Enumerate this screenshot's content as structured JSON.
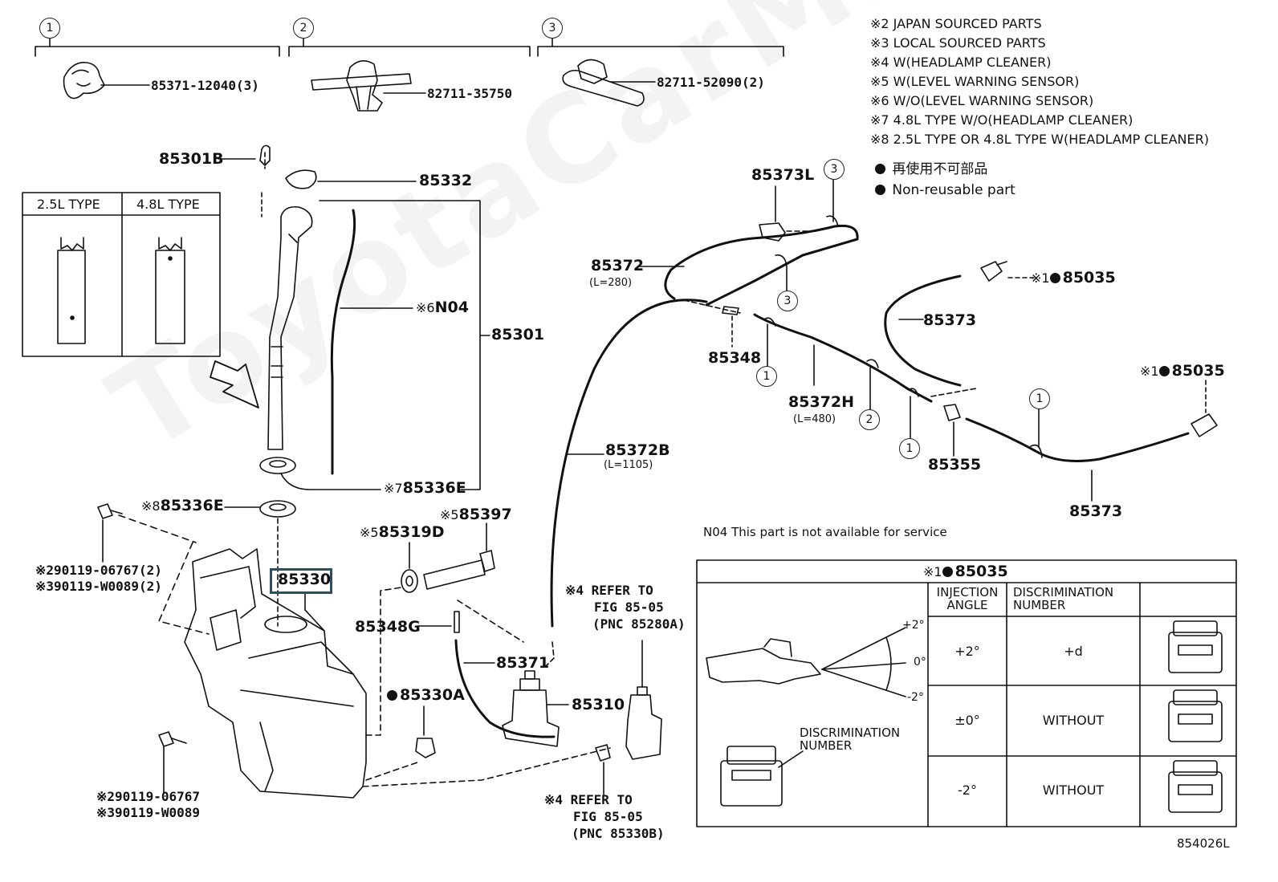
{
  "watermark": "ToyotaCarMine.ru",
  "groups": [
    {
      "num": "1",
      "part": "85371-12040(3)"
    },
    {
      "num": "2",
      "part": "82711-35750"
    },
    {
      "num": "3",
      "part": "82711-52090(2)"
    }
  ],
  "legend": {
    "lines": [
      "※2 JAPAN SOURCED PARTS",
      "※3 LOCAL SOURCED PARTS",
      "※4 W(HEADLAMP CLEANER)",
      "※5 W(LEVEL WARNING SENSOR)",
      "※6 W/O(LEVEL WARNING SENSOR)",
      "※7 4.8L TYPE W/O(HEADLAMP CLEANER)",
      "※8 2.5L TYPE OR 4.8L TYPE W(HEADLAMP CLEANER)"
    ],
    "nonreusable_jp": "再使用不可部品",
    "nonreusable_en": "Non-reusable part"
  },
  "type_box": {
    "left": "2.5L TYPE",
    "right": "4.8L TYPE"
  },
  "parts": {
    "p85301B": "85301B",
    "p85332": "85332",
    "pN04_mark": "※6",
    "pN04": "N04",
    "p85301": "85301",
    "p85336E_top_mark": "※7",
    "p85336E_top": "85336E",
    "p85336E_bot_mark": "※8",
    "p85336E_bot": "85336E",
    "p90119_a1": "※290119-06767(2)",
    "p90119_a2": "※390119-W0089(2)",
    "p85330": "85330",
    "p85319D_mark": "※5",
    "p85319D": "85319D",
    "p85397_mark": "※5",
    "p85397": "85397",
    "p85348G": "85348G",
    "p85371": "85371",
    "p85330A": "85330A",
    "p85310": "85310",
    "p90119_b1": "※290119-06767",
    "p90119_b2": "※390119-W0089",
    "ref_top_1": "※4 REFER TO",
    "ref_top_2": "FIG 85-05",
    "ref_top_3": "(PNC 85280A)",
    "ref_bot_1": "※4 REFER TO",
    "ref_bot_2": "FIG 85-05",
    "ref_bot_3": "(PNC 85330B)",
    "p85373L": "85373L",
    "p85372": "85372",
    "p85372_len": "(L=280)",
    "p85348": "85348",
    "p85372H": "85372H",
    "p85372H_len": "(L=480)",
    "p85372B": "85372B",
    "p85372B_len": "(L=1105)",
    "p85373_top": "85373",
    "p85373_bot": "85373",
    "p85355": "85355",
    "p85035_a_mark": "※1",
    "p85035_a": "85035",
    "p85035_b_mark": "※1",
    "p85035_b": "85035"
  },
  "n04_note": "N04  This part is not available for service",
  "nozzle_table": {
    "title_mark": "※1",
    "title": "85035",
    "col_angle": "INJECTION ANGLE",
    "col_disc": "DISCRIMINATION NUMBER",
    "angle_marks": [
      "+2°",
      "0°",
      "-2°"
    ],
    "disc_label": "DISCRIMINATION NUMBER",
    "rows": [
      {
        "angle": "+2°",
        "disc": "+d"
      },
      {
        "angle": "±0°",
        "disc": "WITHOUT"
      },
      {
        "angle": "-2°",
        "disc": "WITHOUT"
      }
    ]
  },
  "figure_id": "854026L"
}
